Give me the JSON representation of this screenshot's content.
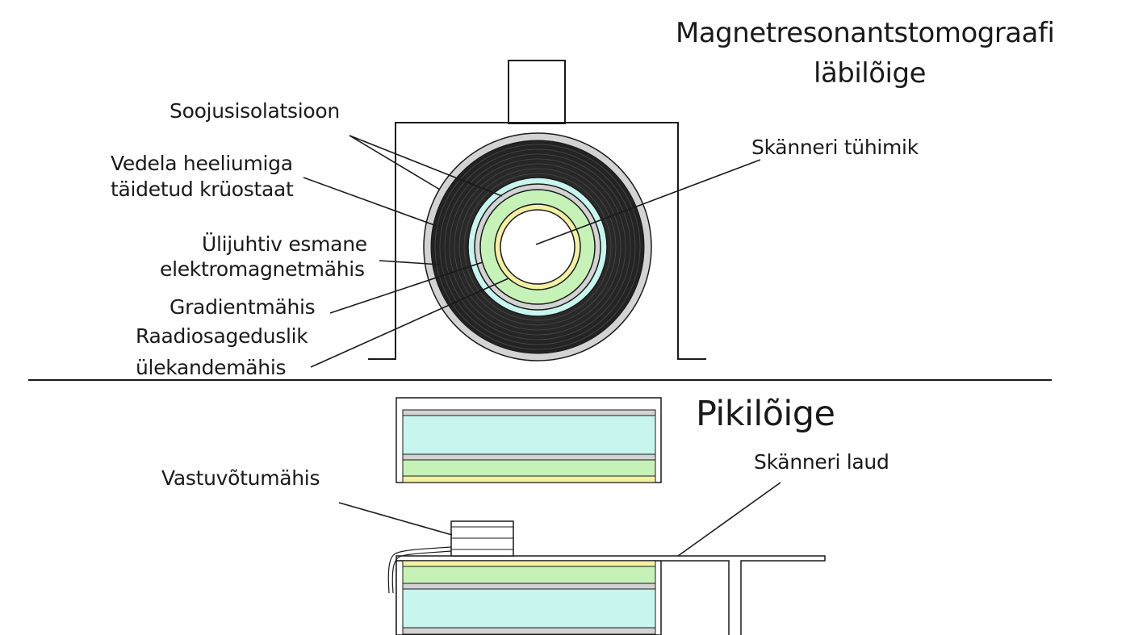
{
  "title": {
    "line1": "Magnetresonantstomograafi",
    "line2": "läbilõige"
  },
  "section_title_longitudinal": "Pikilõige",
  "labels": {
    "thermal_insulation": "Soojusisolatsioon",
    "cryostat_line1": "Vedela heeliumiga",
    "cryostat_line2": "täidetud krüostaat",
    "main_coil_line1": "Ülijuhtiv esmane",
    "main_coil_line2": "elektromagnetmähis",
    "gradient_coil": "Gradientmähis",
    "rf_coil_line1": "Raadiosageduslik",
    "rf_coil_line2": "ülekandemähis",
    "scanner_bore": "Skänneri tühimik",
    "receive_coil": "Vastuvõtumähis",
    "scanner_table": "Skänneri laud"
  },
  "colors": {
    "line": "#1a1a1a",
    "insulation": "#d3d3d3",
    "coil_dark": "#2e2e2e",
    "cryostat_cyan": "#c8f5ee",
    "gradient_green": "#c6f2b8",
    "rf_yellow": "#f3f0a6",
    "bore": "#ffffff"
  }
}
